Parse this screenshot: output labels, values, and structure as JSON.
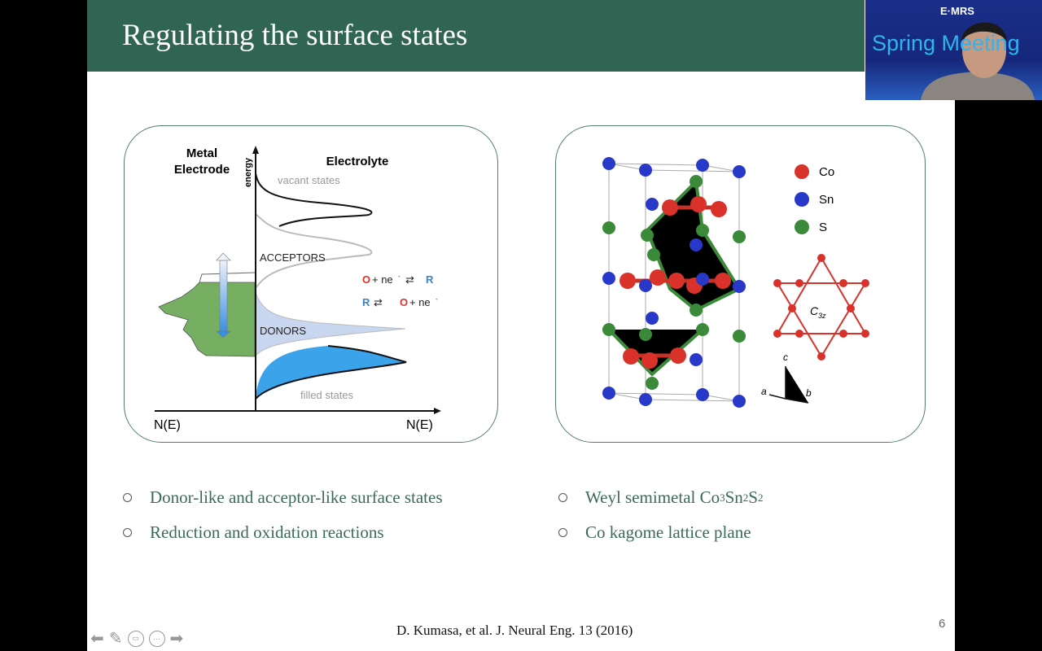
{
  "slide": {
    "title": "Regulating the surface states",
    "page_number": "6",
    "citation": "D. Kumasa, et al. J. Neural Eng. 13 (2016)"
  },
  "diagram_left": {
    "metal_label_1": "Metal",
    "metal_label_2": "Electrode",
    "electrolyte_label": "Electrolyte",
    "energy_label": "energy",
    "vacant_label": "vacant states",
    "acceptors_label": "ACCEPTORS",
    "donors_label": "DONORS",
    "filled_label": "filled states",
    "x_left_label": "N(E)",
    "x_right_label": "N(E)",
    "reaction_1": {
      "o": "O",
      "mid": " + ne",
      "sup": "-",
      "r": "R"
    },
    "reaction_2": {
      "r": "R",
      "o": "O",
      "mid": " + ne",
      "sup": "-"
    }
  },
  "diagram_right": {
    "legend": [
      {
        "label": "Co",
        "color": "#d8322b"
      },
      {
        "label": "Sn",
        "color": "#2838c8"
      },
      {
        "label": "S",
        "color": "#3a8a3a"
      }
    ],
    "c3z_label": "C",
    "c3z_sub": "3z",
    "axis_a": "a",
    "axis_b": "b",
    "axis_c": "c"
  },
  "bullets_left": [
    "Donor-like and acceptor-like surface states",
    "Reduction and oxidation reactions"
  ],
  "bullets_right": {
    "item1_prefix": "Weyl semimetal Co",
    "item1_sub1": "3",
    "item1_mid1": "Sn",
    "item1_sub2": "2",
    "item1_mid2": "S",
    "item1_sub3": "2",
    "item2": "Co kagome lattice plane"
  },
  "webcam": {
    "title": "Spring Meeting",
    "logo": "E·MRS"
  },
  "colors": {
    "header": "#2f6552",
    "bullet_text": "#3b6b57",
    "acceptor_fill": "#c9d6ef",
    "filled_fill": "#3aa3ea",
    "metal_fill": "#76ae62"
  }
}
